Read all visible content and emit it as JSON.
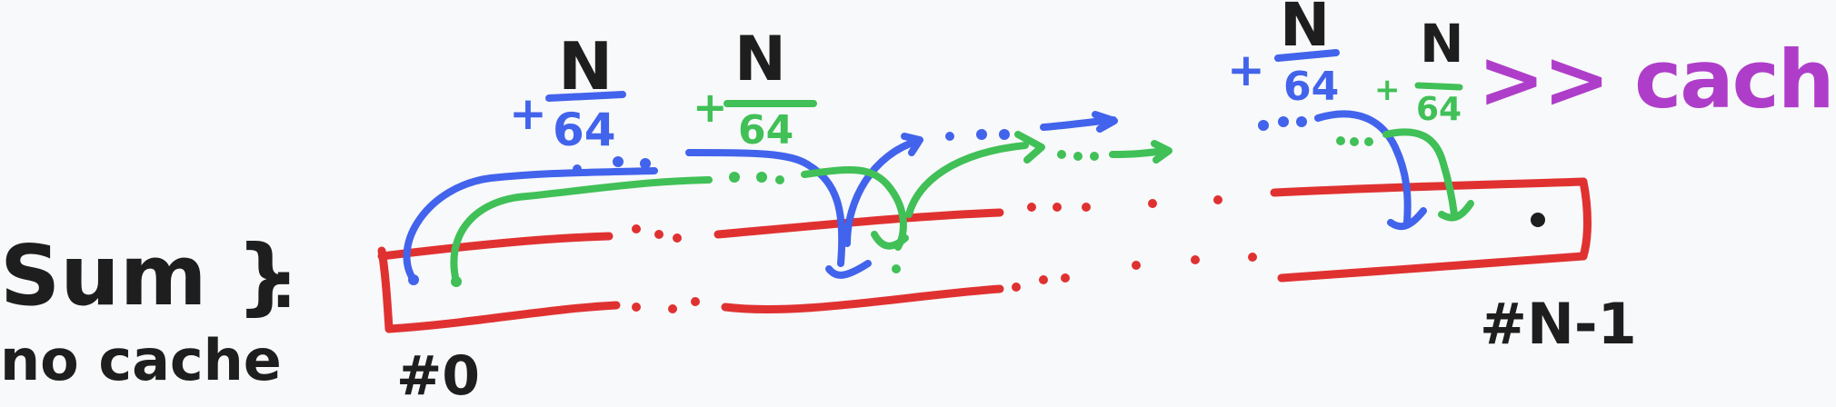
{
  "colors": {
    "background": "#f8f9fa",
    "ink": "#1e1e1e",
    "red": "#e03131",
    "blue": "#4263eb",
    "green": "#40c057",
    "purple": "#ae3ec9"
  },
  "title": {
    "line1": "Sum }",
    "colon": ":",
    "line2": "no cache"
  },
  "labels": {
    "first_index": "#0",
    "last_index": "#N-1",
    "comparison": ">> cache"
  },
  "fractions": {
    "block1_blue": {
      "sign": "+",
      "numerator": "N",
      "denominator": "64"
    },
    "block1_green": {
      "sign": "+",
      "numerator": "N",
      "denominator": "64"
    },
    "last_blue": {
      "sign": "+",
      "numerator": "N",
      "denominator": "64"
    },
    "last_green": {
      "sign": "+",
      "numerator": "N",
      "denominator": "64"
    }
  },
  "icons": {
    "ellipsis": "ellipsis-dots",
    "arrow": "hand-drawn-arrow"
  }
}
